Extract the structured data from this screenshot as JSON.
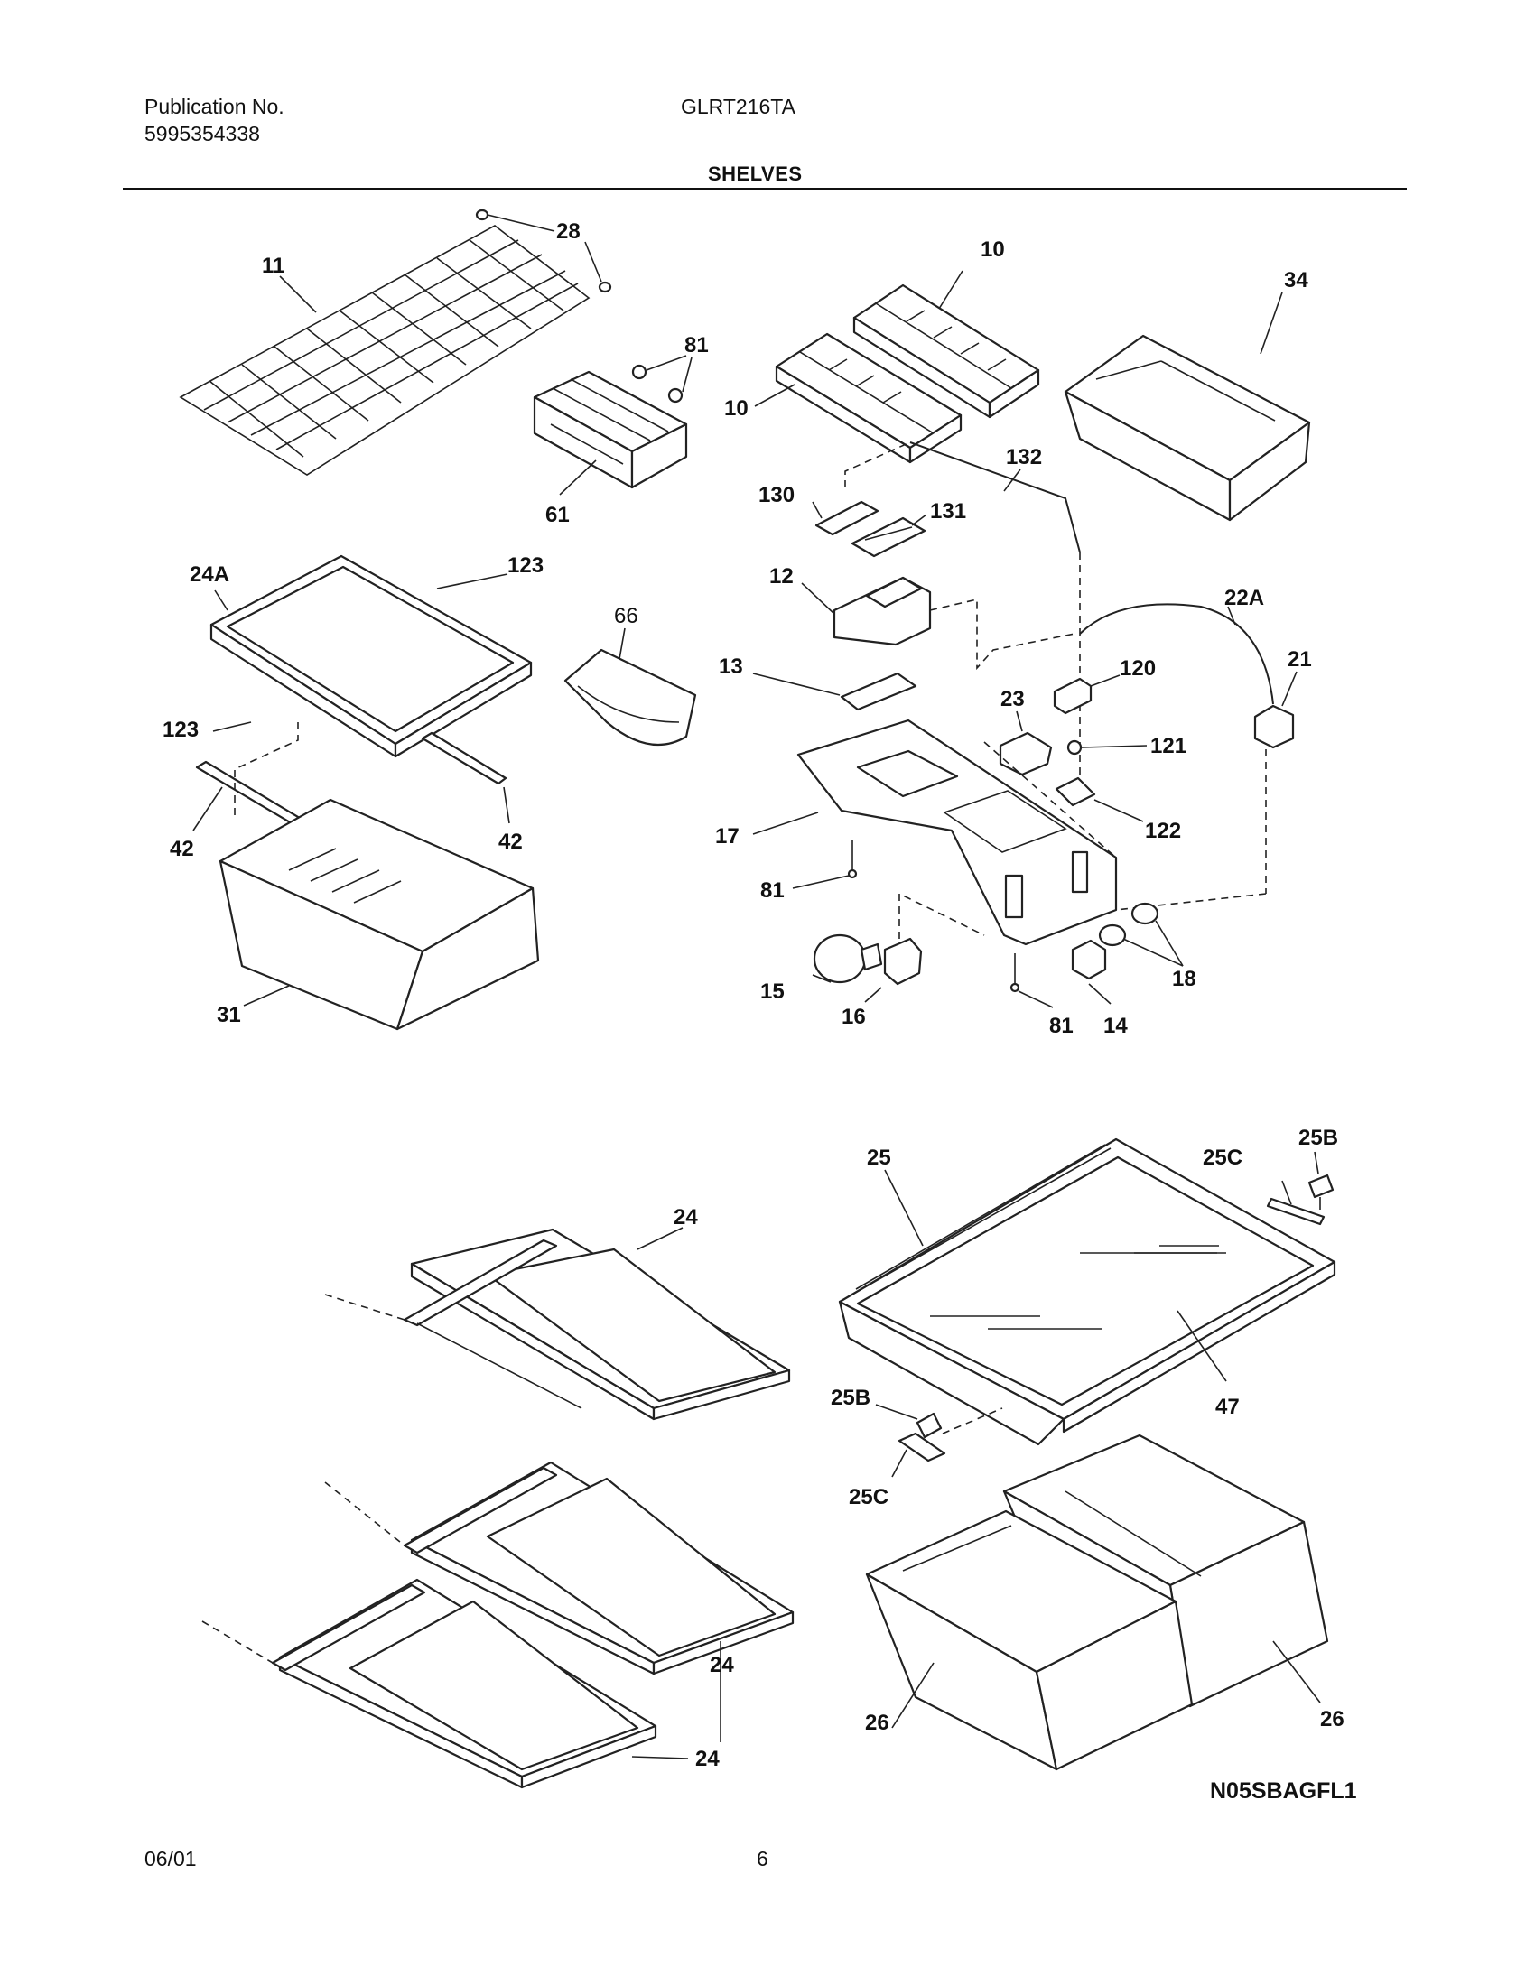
{
  "header": {
    "publication_label": "Publication No.",
    "publication_number": "5995354338",
    "model": "GLRT216TA",
    "section_title": "SHELVES"
  },
  "labels": {
    "l_28": "28",
    "l_11": "11",
    "l_81a": "81",
    "l_61": "61",
    "l_10a": "10",
    "l_10b": "10",
    "l_34": "34",
    "l_132": "132",
    "l_130": "130",
    "l_131": "131",
    "l_12": "12",
    "l_24A": "24A",
    "l_123a": "123",
    "l_123b": "123",
    "l_66": "66",
    "l_42a": "42",
    "l_42b": "42",
    "l_31": "31",
    "l_13": "13",
    "l_22A": "22A",
    "l_21": "21",
    "l_120": "120",
    "l_23": "23",
    "l_121": "121",
    "l_122": "122",
    "l_17": "17",
    "l_81b": "81",
    "l_81c": "81",
    "l_15": "15",
    "l_16": "16",
    "l_14": "14",
    "l_18": "18",
    "l_24a": "24",
    "l_24b": "24",
    "l_24c": "24",
    "l_25": "25",
    "l_25B_a": "25B",
    "l_25C_a": "25C",
    "l_47": "47",
    "l_25B_b": "25B",
    "l_25C_b": "25C",
    "l_26a": "26",
    "l_26b": "26"
  },
  "drawing_code": "N05SBAGFL1",
  "footer": {
    "date": "06/01",
    "page": "6"
  }
}
